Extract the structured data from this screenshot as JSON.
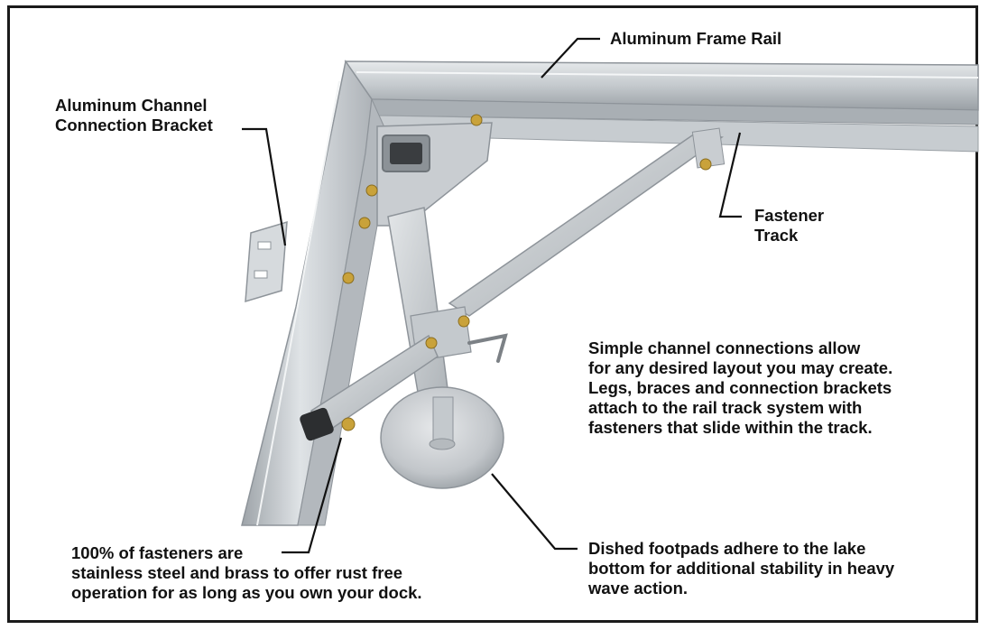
{
  "labels": {
    "frame_rail": "Aluminum Frame Rail",
    "channel_bracket": [
      "Aluminum Channel",
      "Connection Bracket"
    ],
    "fastener_track": [
      "Fastener",
      "Track"
    ],
    "channel_connections": [
      "Simple channel connections allow",
      "for any desired layout you may create.",
      "Legs, braces and connection brackets",
      "attach to the rail track system with",
      "fasteners that slide within the track."
    ],
    "footpads": [
      "Dished footpads adhere to the lake",
      "bottom for additional stability in heavy",
      "wave action."
    ],
    "fasteners": [
      "100% of fasteners are",
      "stainless steel and brass to offer rust free",
      "operation for as long as you own your dock."
    ]
  },
  "colors": {
    "aluminum_light": "#d9dde0",
    "aluminum_mid": "#b9bec3",
    "aluminum_dark": "#8e949a",
    "brass": "#c9a23a",
    "border": "#1b1b1b",
    "text": "#111111"
  }
}
